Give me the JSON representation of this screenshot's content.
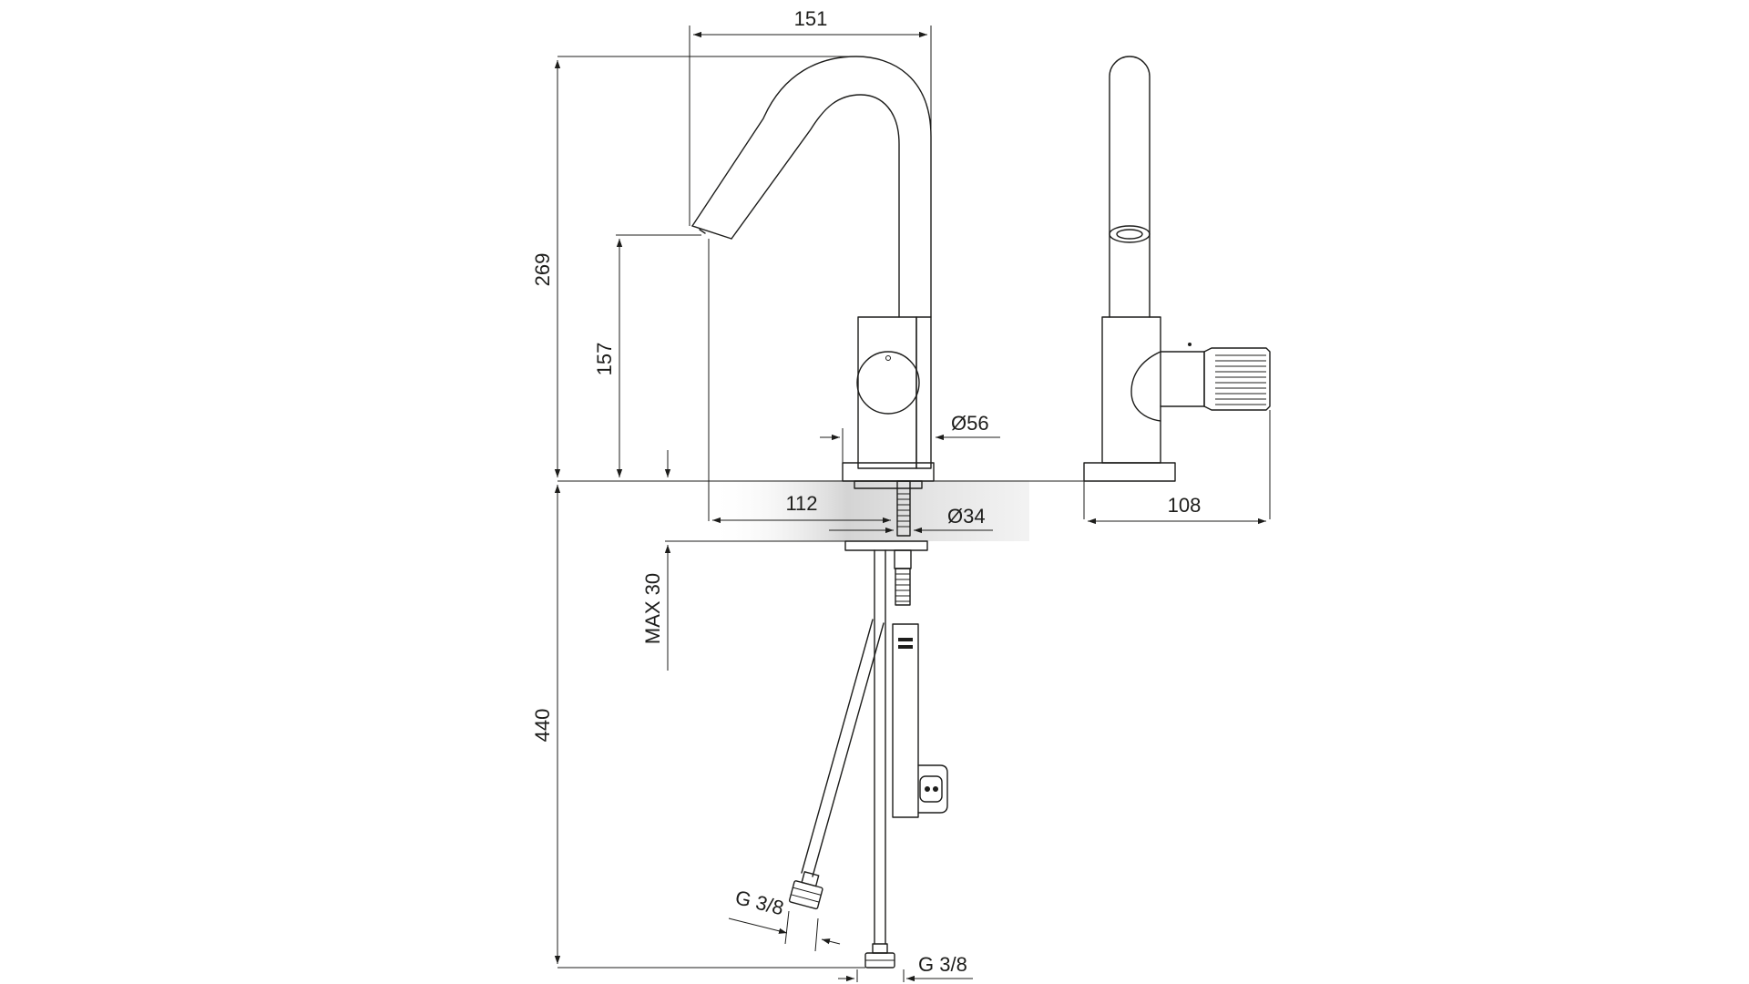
{
  "colors": {
    "line": "#1d1d1b",
    "background": "#ffffff",
    "shade": "#d4d4d4"
  },
  "dimensions": {
    "width_total": "151",
    "height_total": "269",
    "spout_height": "157",
    "base_diameter": "Ø56",
    "reach": "112",
    "hole_diameter": "Ø34",
    "max_thickness": "MAX 30",
    "hose_length": "440",
    "side_depth": "108",
    "connection_left": "G 3/8",
    "connection_right": "G 3/8"
  }
}
